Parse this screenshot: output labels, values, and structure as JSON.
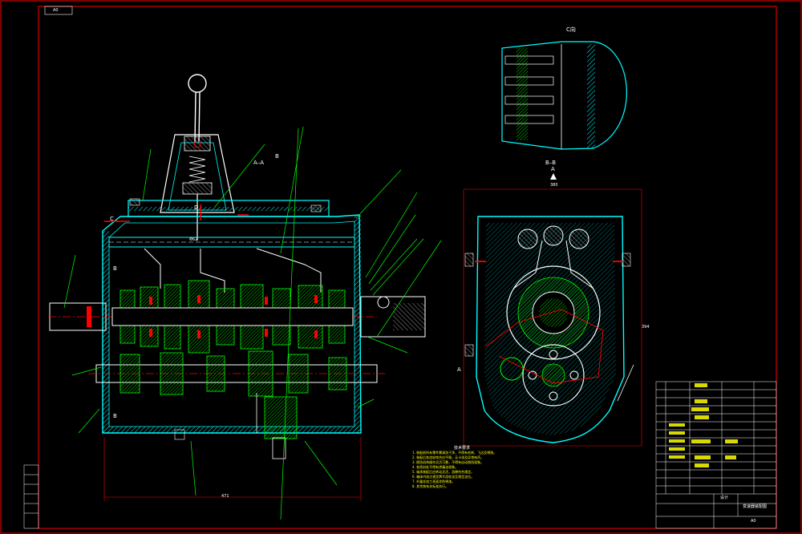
{
  "drawing": {
    "sheet_tag": "A0",
    "section_labels": {
      "section_aa": "A–A",
      "marker_b_top": "B",
      "marker_c_left": "C",
      "section_bb": "B–B",
      "marker_a": "A",
      "marker_b_left_1": "B",
      "marker_b_left_2": "B",
      "marker_a_side": "A",
      "view_c": "C向",
      "marker_d": "D",
      "dims_top": "Φ62",
      "dim_bottom": "471",
      "dim_side": "380",
      "dim_right": "394"
    },
    "tech_notes": {
      "title": "技术要求",
      "lines": [
        "1. 装配前所有零件需清洗干净，不得有毛刺、飞边及锈蚀。",
        "2. 装配后各齿轮啮合应平稳，无卡滞及异常响声。",
        "3. 换挡机构操作灵活可靠，不得有自动脱挡现象。",
        "4. 各密封处不得有渗漏油现象。",
        "5. 轴承装配后应转动灵活，游隙符合规定。",
        "6. 箱体内加注规定牌号齿轮油至规定油位。",
        "7. 外露非加工表面涂防锈漆。",
        "8. 其余按有关标准执行。"
      ]
    },
    "title_block": {
      "title": "变速器装配图",
      "designer_label": "设计",
      "sheet": "A0"
    },
    "colors": {
      "housing": "#00ffff",
      "outline": "#ffffff",
      "gear_hatch": "#00ff00",
      "section": "#ff0000",
      "annot": "#ffff00",
      "frame": "#ff0000"
    }
  }
}
